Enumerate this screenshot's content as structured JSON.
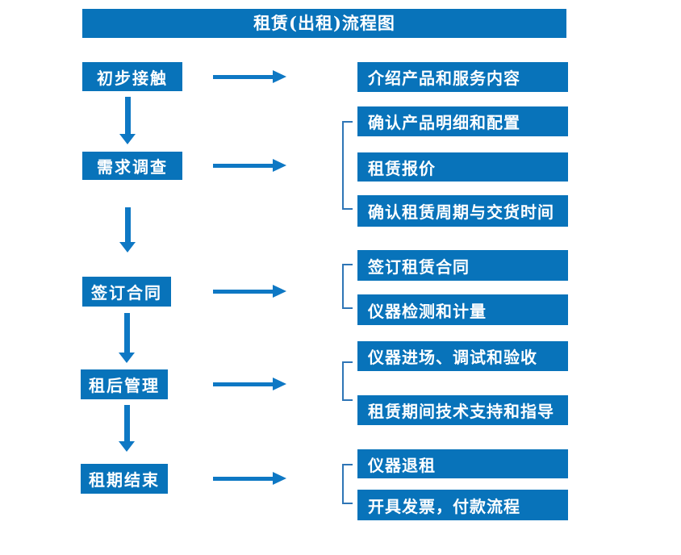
{
  "title": "租赁(出租)流程图",
  "colors": {
    "box_blue": "#0873BA",
    "arrow_blue": "#0E78C4",
    "bracket_blue": "#2E75B6",
    "text_white": "#FFFFFF",
    "background": "#FFFFFF"
  },
  "flow": {
    "stages": [
      {
        "label": "初步接触",
        "outputs": [
          "介绍产品和服务内容"
        ]
      },
      {
        "label": "需求调查",
        "outputs": [
          "确认产品明细和配置",
          "租赁报价",
          "确认租赁周期与交货时间"
        ]
      },
      {
        "label": "签订合同",
        "outputs": [
          "签订租赁合同",
          "仪器检测和计量"
        ]
      },
      {
        "label": "租后管理",
        "outputs": [
          "仪器进场、调试和验收",
          "租赁期间技术支持和指导"
        ]
      },
      {
        "label": "租期结束",
        "outputs": [
          "仪器退租",
          "开具发票，付款流程"
        ]
      }
    ]
  }
}
